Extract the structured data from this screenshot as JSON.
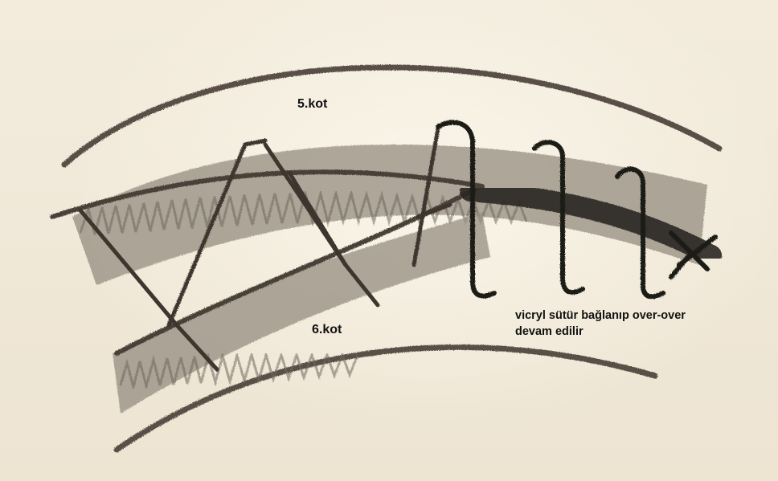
{
  "labels": {
    "rib_upper": "5.kot",
    "rib_lower": "6.kot",
    "note_line1": "vicryl sütür bağlanıp over-over",
    "note_line2": "devam edilir"
  },
  "colors": {
    "paper": "#efe7d7",
    "pencil_shading": "#8f877b",
    "pencil_line": "#4a4138",
    "suture_dark": "#1e1a16"
  }
}
